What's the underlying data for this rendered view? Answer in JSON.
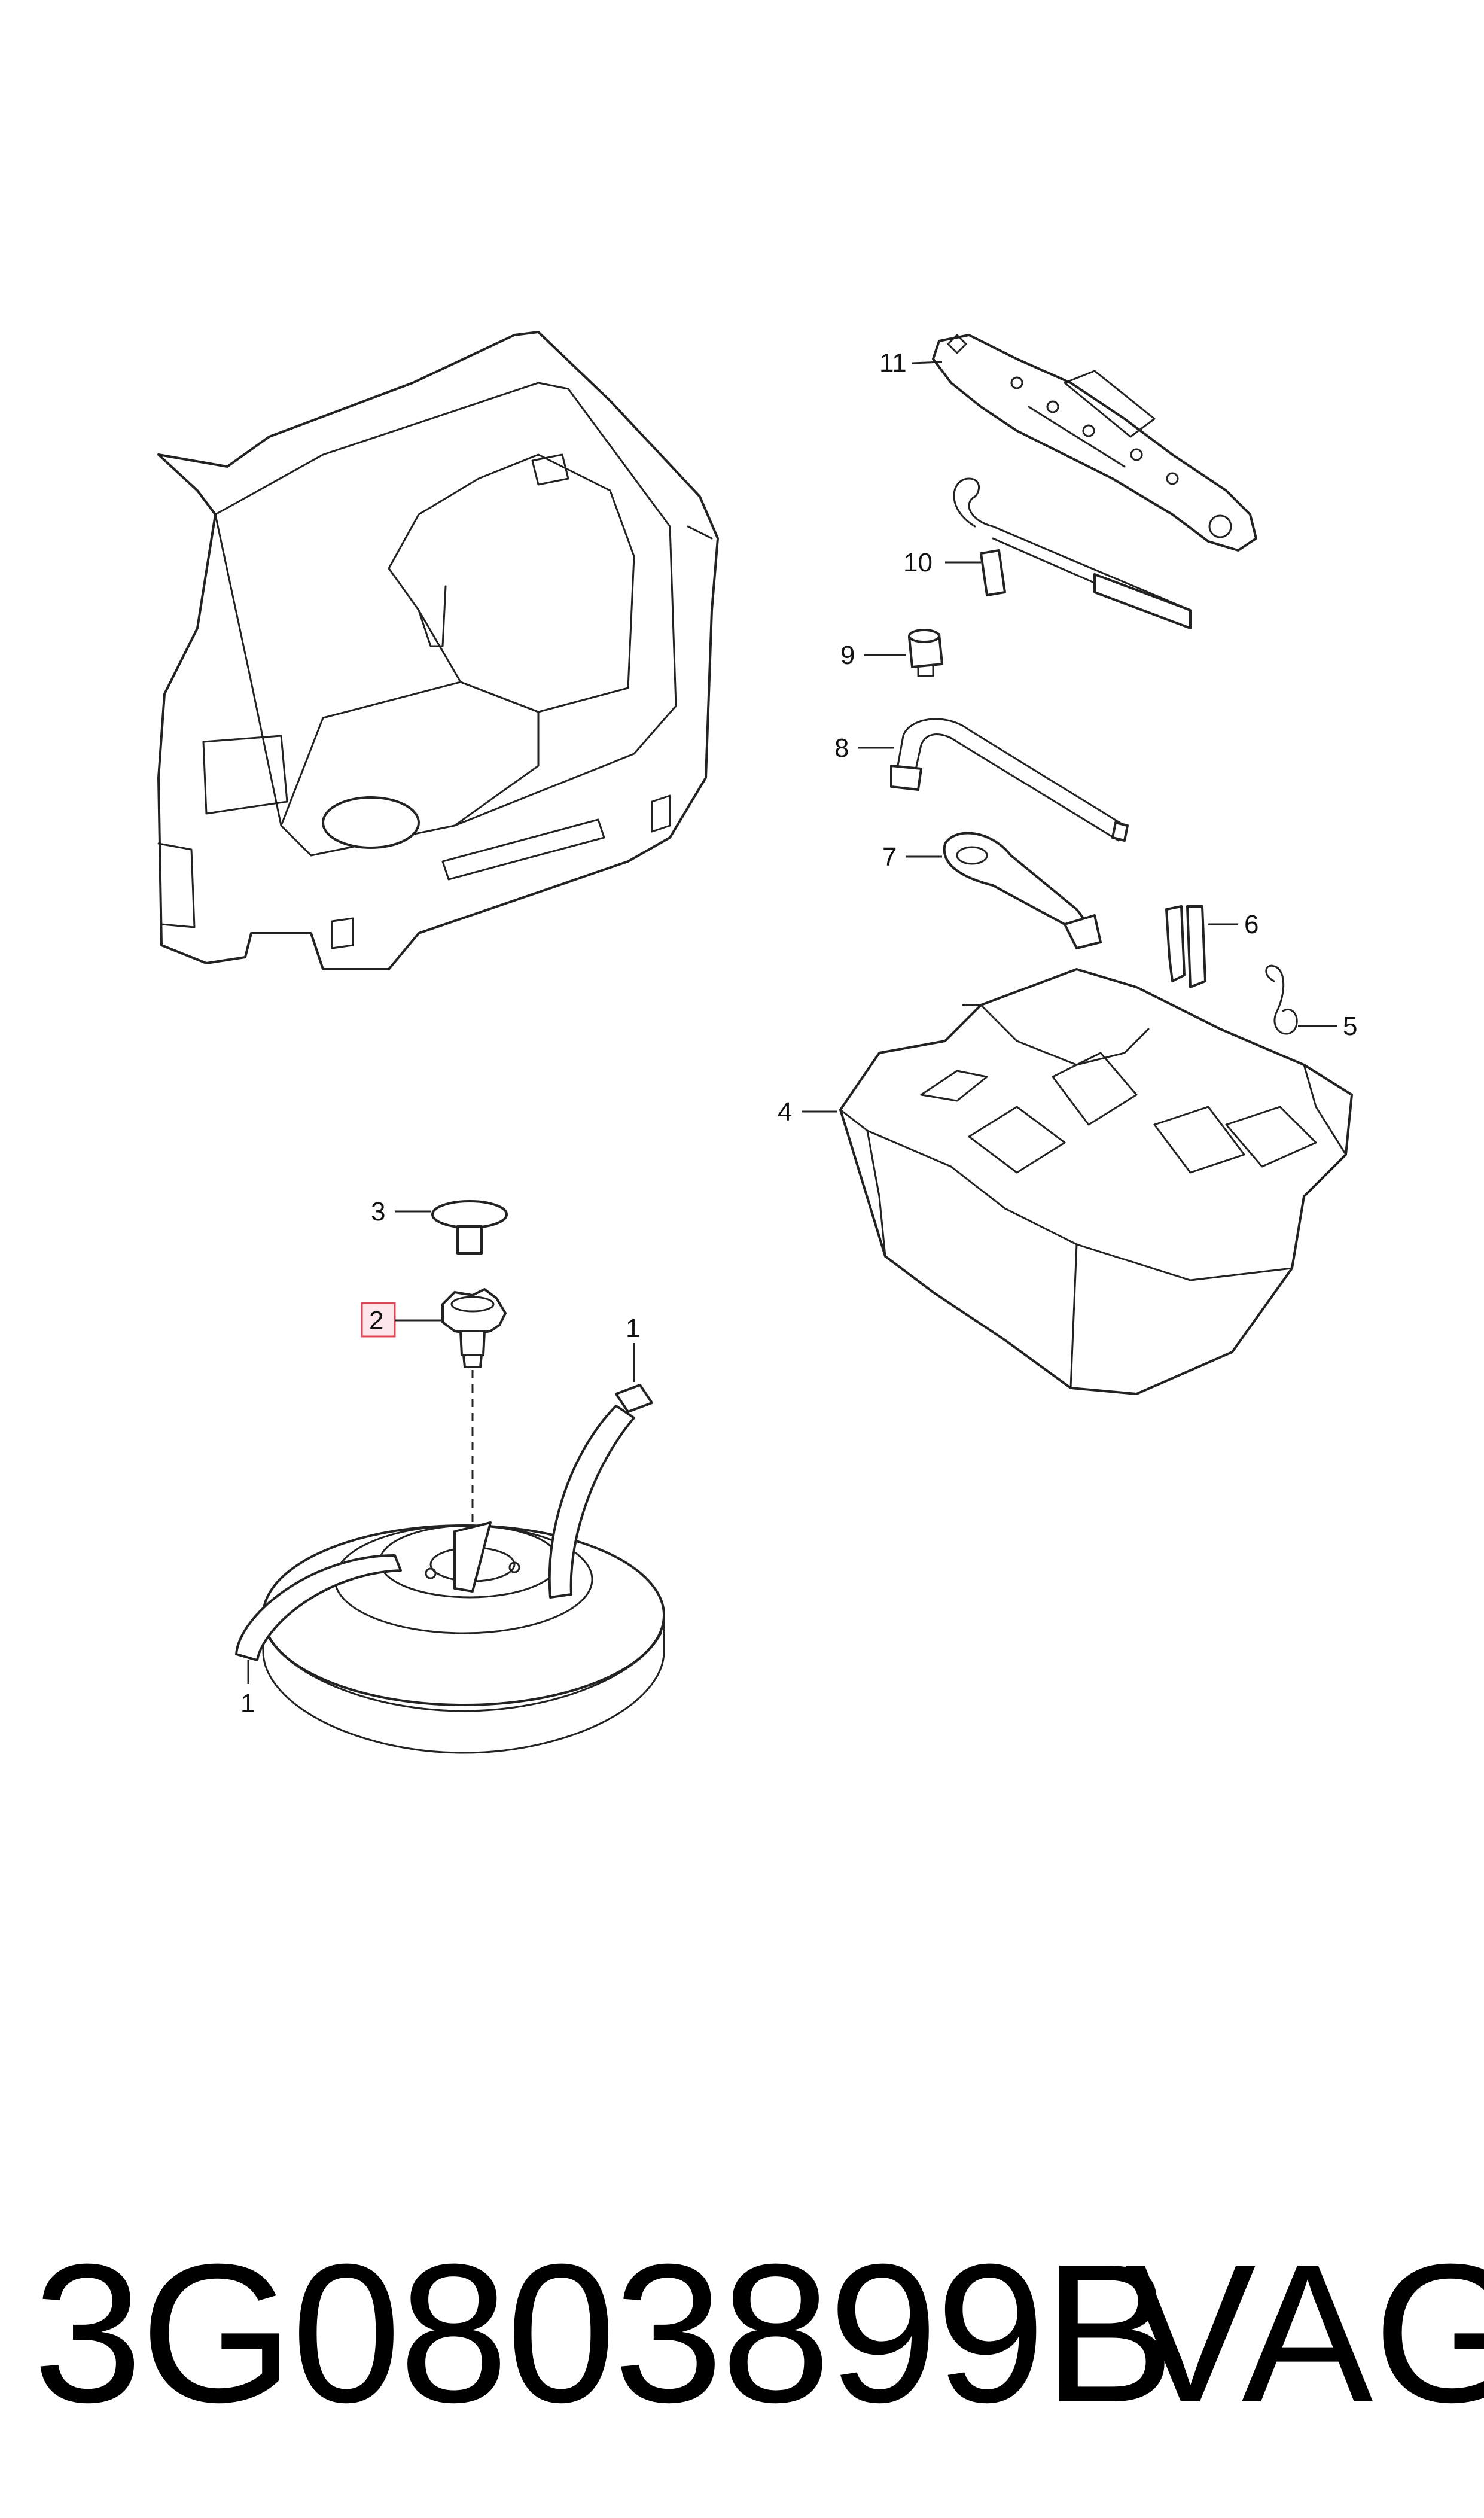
{
  "diagram": {
    "callouts": {
      "c1_top": "1",
      "c1_bottom": "1",
      "c2": "2",
      "c3": "3",
      "c4": "4",
      "c5": "5",
      "c6": "6",
      "c7": "7",
      "c8": "8",
      "c9": "9",
      "c10": "10",
      "c11": "11"
    },
    "highlighted_callout": "2",
    "highlight_color": "#e0485a"
  },
  "footer": {
    "part_number": "3G0803899B",
    "brand": "VAG"
  }
}
